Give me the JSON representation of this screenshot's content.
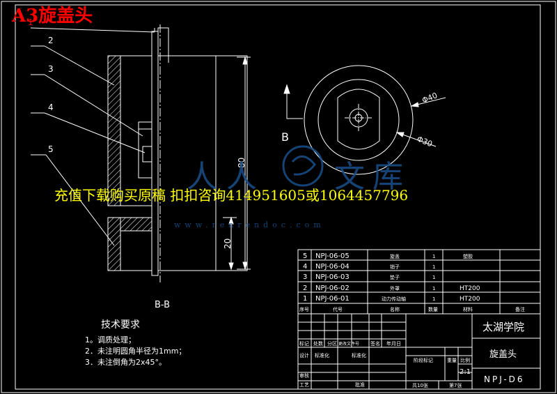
{
  "sheet_title": "A3旋盖头",
  "ad_text": "充值下载购买原稿 扣扣咨询414951605或1064457796",
  "watermark": {
    "brand_chars": [
      "人",
      "人",
      "文",
      "库"
    ],
    "url": "www.renrendoc.com"
  },
  "colors": {
    "bg": "#000000",
    "line": "#ffffff",
    "title": "#ff0000",
    "ad": "#ffff00",
    "watermark": "#1a4f8a",
    "hatch": "#ffffff"
  },
  "section_view": {
    "caption": "B-B",
    "leaders": [
      "1",
      "2",
      "3",
      "4",
      "5"
    ],
    "dim_height": "80",
    "dim_base": "20"
  },
  "end_view": {
    "view_label": "B",
    "dim_outer": "Φ40",
    "dim_inner": "Φ30"
  },
  "tech_req": {
    "title": "技术要求",
    "items": [
      "1。调质处理；",
      "2．未注明圆角半径为1mm；",
      "3．未注倒角为2x45°。"
    ]
  },
  "bom": {
    "rows": [
      {
        "no": "5",
        "code": "NPJ-06-05",
        "name": "旋盖",
        "qty": "1",
        "material": "塑胶",
        "remark": ""
      },
      {
        "no": "4",
        "code": "NPJ-06-04",
        "name": "销子",
        "qty": "1",
        "material": "",
        "remark": ""
      },
      {
        "no": "3",
        "code": "NPJ-06-03",
        "name": "垫子",
        "qty": "1",
        "material": "",
        "remark": ""
      },
      {
        "no": "2",
        "code": "NPJ-06-02",
        "name": "外罩",
        "qty": "1",
        "material": "HT200",
        "remark": ""
      },
      {
        "no": "1",
        "code": "NPJ-06-01",
        "name": "动力传动轴",
        "qty": "1",
        "material": "HT200",
        "remark": ""
      }
    ],
    "header": {
      "no": "序号",
      "code": "代号",
      "name": "名称",
      "qty": "数量",
      "material": "材料",
      "remark": "备注"
    }
  },
  "title_block": {
    "school": "太湖学院",
    "part_name": "旋盖头",
    "drawing_no": "NPJ-D6",
    "scale": "2:1",
    "labels": {
      "mark": "标记",
      "count": "处数",
      "zone": "分区",
      "change_doc": "更改文件号",
      "sign": "签名",
      "date": "年月日",
      "design": "设计",
      "standardize": "标准化",
      "stage_mark": "阶段标记",
      "weight": "重量",
      "ratio": "比例",
      "review": "审核",
      "process": "工艺",
      "approve": "批准",
      "sheets_total": "共10张",
      "sheet_no": "第7张"
    }
  }
}
